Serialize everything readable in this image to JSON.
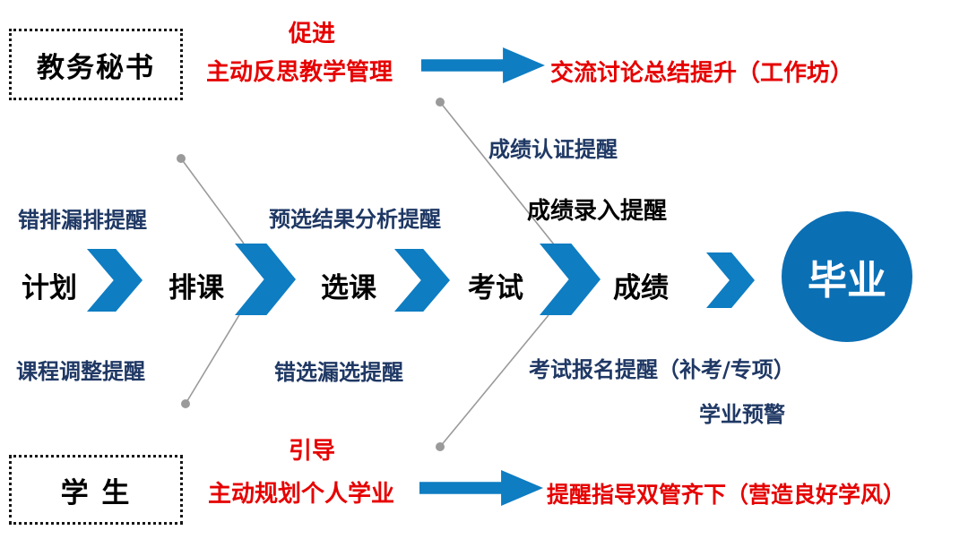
{
  "roles": {
    "secretary_label": "教务秘书",
    "student_label": "学  生"
  },
  "top_flow": {
    "lead_in": "促进",
    "source": "主动反思教学管理",
    "target": "交流讨论总结提升（工作坊）"
  },
  "bottom_flow": {
    "lead_in": "引导",
    "source": "主动规划个人学业",
    "target": "提醒指导双管齐下（营造良好学风）"
  },
  "timeline": {
    "stages": [
      "计划",
      "排课",
      "选课",
      "考试",
      "成绩"
    ],
    "final_stage": "毕业"
  },
  "reminders": {
    "above": {
      "schedule_errors": "错排漏排提醒",
      "preselection_analysis": "预选结果分析提醒",
      "grade_entry": "成绩录入提醒",
      "grade_certification": "成绩认证提醒"
    },
    "below": {
      "course_adjustment": "课程调整提醒",
      "selection_errors": "错选漏选提醒",
      "exam_registration": "考试报名提醒（补考/专项）",
      "academic_warning": "学业预警"
    }
  },
  "colors": {
    "accent_red": "#e60000",
    "arrow_blue": "#0e7dc2",
    "circle_blue": "#0b6fb4",
    "dark_blue_text": "#1f3864",
    "connector_gray": "#9a9a9a"
  }
}
